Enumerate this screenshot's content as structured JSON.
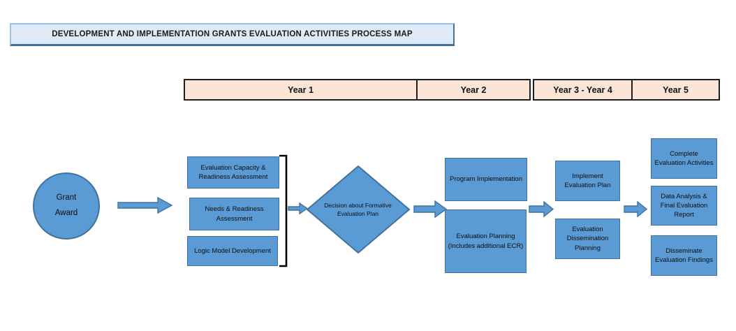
{
  "title": "DEVELOPMENT AND IMPLEMENTATION GRANTS EVALUATION ACTIVITIES PROCESS MAP",
  "timeline": {
    "columns": [
      {
        "label": "Year 1"
      },
      {
        "label": "Year 2"
      },
      {
        "label": "Year 3 - Year 4"
      },
      {
        "label": "Year 5"
      }
    ]
  },
  "flow": {
    "start": {
      "label": "Grant Award"
    },
    "year1_boxes": [
      "Evaluation Capacity & Readiness Assessment",
      "Needs & Readiness Assessment",
      "Logic Model Development"
    ],
    "decision": "Decision about Formative Evaluation Plan",
    "year2_boxes": [
      "Program Implementation",
      "Evaluation Planning (Includes additional ECR)"
    ],
    "year3_4_boxes": [
      "Implement Evaluation Plan",
      "Evaluation Dissemination Planning"
    ],
    "year5_boxes": [
      "Complete Evaluation Activities",
      "Data Analysis & Final Evaluation Report",
      "Disseminate Evaluation Findings"
    ]
  },
  "colors": {
    "node_fill": "#5B9BD5",
    "node_border": "#41719C",
    "timeline_fill": "#FBE5D6",
    "timeline_border": "#1f1f1f",
    "title_fill": "#DEEBF7",
    "text": "#0d0d0d",
    "background": "#ffffff"
  }
}
